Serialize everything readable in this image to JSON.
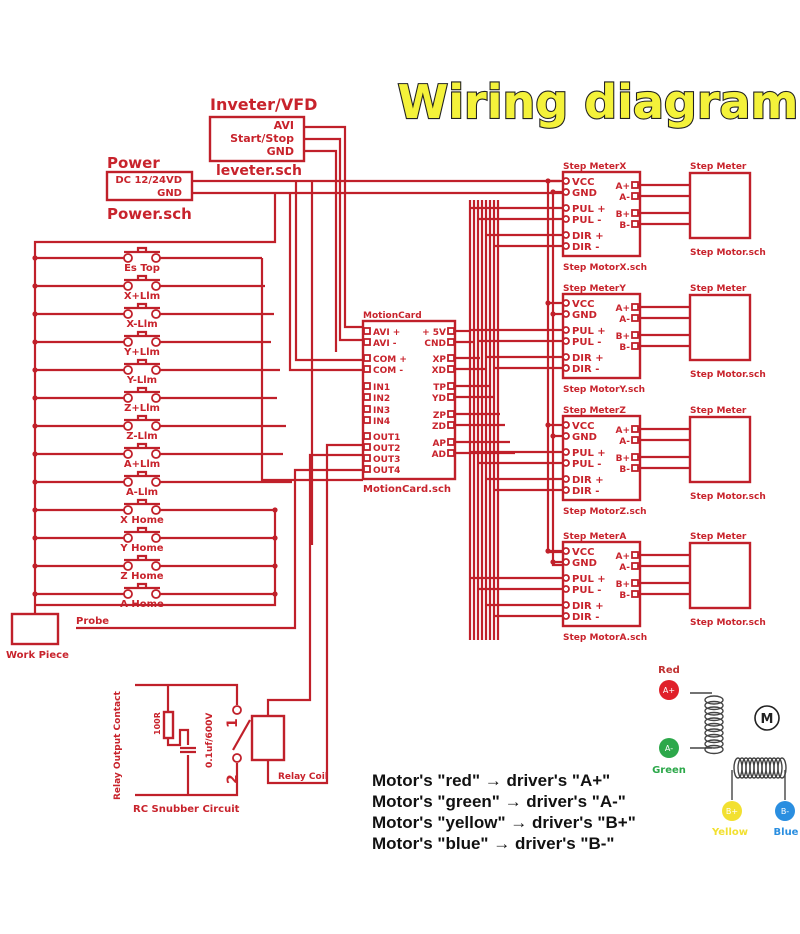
{
  "title": "Wiring diagram",
  "colors": {
    "wire": "#c0202a",
    "label": "#c8232c",
    "title_fill": "#f4f23a",
    "title_outline": "#222222",
    "red": "#e0202a",
    "green": "#2ca84a",
    "yellow": "#f2e030",
    "blue": "#2a8ee0"
  },
  "inverter": {
    "heading": "Inveter/VFD",
    "pins": [
      "AVI",
      "Start/Stop",
      "GND"
    ],
    "file": "leveter.sch"
  },
  "power": {
    "heading": "Power",
    "pins": [
      "DC 12/24VD",
      "GND"
    ],
    "file": "Power.sch"
  },
  "switches": [
    "Es Top",
    "X+Llm",
    "X-Llm",
    "Y+Llm",
    "Y-Llm",
    "Z+Llm",
    "Z-Llm",
    "A+Llm",
    "A-Llm",
    "X Home",
    "Y Home",
    "Z Home",
    "A Home"
  ],
  "probe_label": "Probe",
  "workpiece_label": "Work Piece",
  "motion_card": {
    "heading": "MotionCard",
    "file": "MotionCard.sch",
    "left_pins": [
      "AVI +",
      "AVI -",
      "COM +",
      "COM -",
      "IN1",
      "IN2",
      "IN3",
      "IN4",
      "OUT1",
      "OUT2",
      "OUT3",
      "OUT4"
    ],
    "right_pins": [
      "+ 5V",
      "CND",
      "XP",
      "XD",
      "TP",
      "YD",
      "ZP",
      "ZD",
      "AP",
      "AD"
    ]
  },
  "drivers": [
    {
      "heading": "Step MeterX",
      "file": "Step MotorX.sch"
    },
    {
      "heading": "Step MeterY",
      "file": "Step MotorY.sch"
    },
    {
      "heading": "Step MeterZ",
      "file": "Step MotorZ.sch"
    },
    {
      "heading": "Step MeterA",
      "file": "Step MotorA.sch"
    }
  ],
  "driver_left_pins": [
    "VCC",
    "GND",
    "PUL +",
    "PUL -",
    "DIR +",
    "DIR -"
  ],
  "driver_right_pins": [
    "A+",
    "A-",
    "B+",
    "B-"
  ],
  "motor": {
    "heading": "Step Meter",
    "file": "Step Motor.sch"
  },
  "snubber": {
    "side_label": "Relay Output Contact",
    "resistor": "100R",
    "capacitor": "0.1uf/600V",
    "contact_1": "1",
    "contact_2": "2",
    "caption": "RC Snubber Circuit",
    "coil_label": "Relay Coil"
  },
  "legend": {
    "lines": [
      "Motor's \"red\" → driver's \"A+\"",
      "Motor's \"green\" → driver's \"A-\"",
      "Motor's \"yellow\" → driver's \"B+\"",
      "Motor's \"blue\" → driver's \"B-\""
    ]
  },
  "motor_graphic": {
    "terminals": [
      {
        "name": "Red",
        "pin": "A+"
      },
      {
        "name": "Green",
        "pin": "A-"
      },
      {
        "name": "Yellow",
        "pin": "B+"
      },
      {
        "name": "Blue",
        "pin": "B-"
      }
    ],
    "motor_symbol": "M"
  }
}
